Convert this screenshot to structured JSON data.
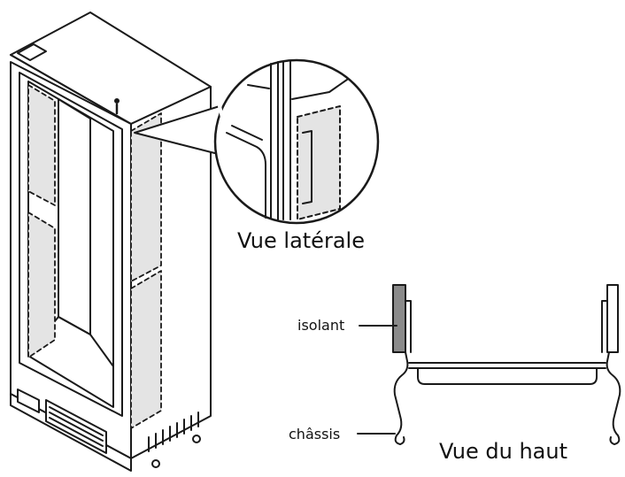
{
  "labels": {
    "side_view": "Vue latérale",
    "top_view": "Vue du haut",
    "insulation": "isolant",
    "chassis": "châssis"
  },
  "colors": {
    "line": "#1a1a1a",
    "panel_fill": "#e4e4e4",
    "insulation_fill": "#8a8a8a",
    "background": "#ffffff"
  }
}
